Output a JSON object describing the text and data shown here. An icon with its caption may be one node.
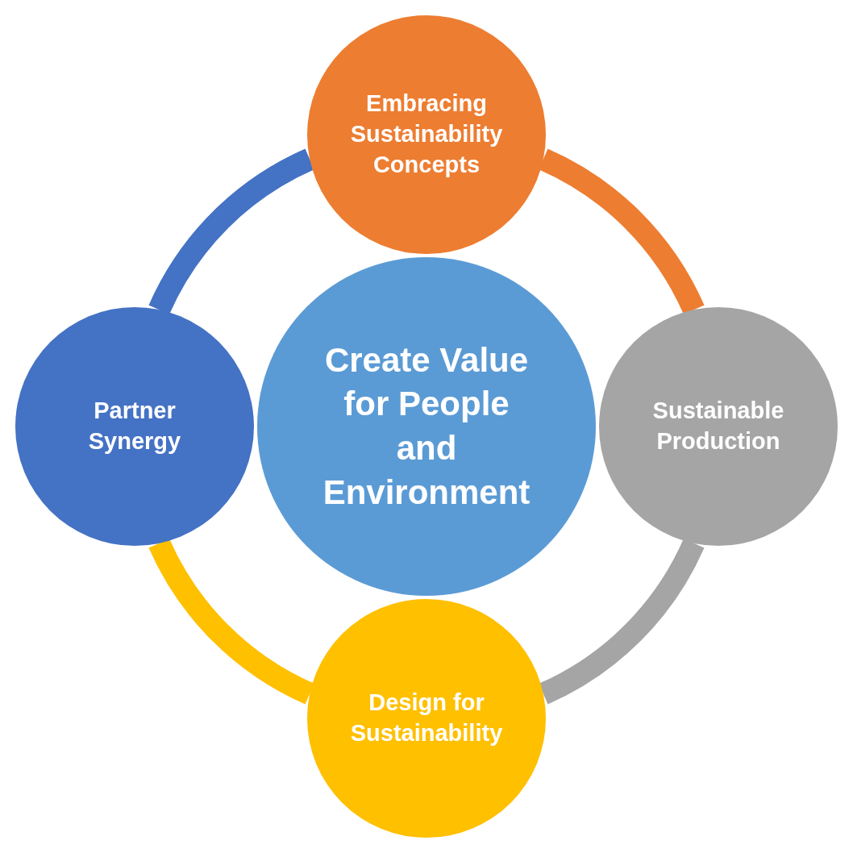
{
  "diagram": {
    "nodes": [
      {
        "text": [
          "Embracing Sustainability Concepts"
        ]
      },
      {
        "text": [
          "Partner Synergy"
        ]
      },
      {
        "text": [
          "Create Value for People and Environment"
        ]
      },
      {
        "text": [
          "Sustainable Production"
        ]
      },
      {
        "text": [
          "Design for Sustainability"
        ]
      }
    ],
    "edges": [
      {
        "from": 0,
        "to": 3,
        "arrow": "none",
        "color": "#ed7d31"
      },
      {
        "from": 3,
        "to": 4,
        "arrow": "none",
        "color": "#a5a5a5"
      },
      {
        "from": 4,
        "to": 1,
        "arrow": "none",
        "color": "#ffc000"
      },
      {
        "from": 1,
        "to": 0,
        "arrow": "none",
        "color": "#4472c4"
      }
    ]
  }
}
